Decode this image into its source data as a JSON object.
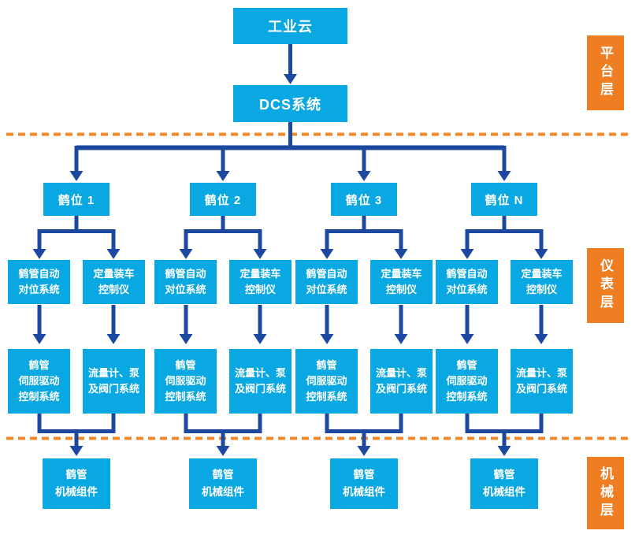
{
  "colors": {
    "node_fill": "#0AA8E2",
    "connector": "#1C48A0",
    "layer_fill": "#EF7D22",
    "divider": "#F2882C",
    "node_text": "#FFFFFF"
  },
  "nodes": {
    "industrial_cloud": "工业云",
    "dcs": "DCS系统"
  },
  "shared": {
    "auto_align": "鹤管自动\n对位系统",
    "loading_controller": "定量装车\n控制仪",
    "servo_drive": "鹤管\n伺服驱动\n控制系统",
    "flow_pump_valve": "流量计、泵\n及阀门系统",
    "mechanical": "鹤管\n机械组件"
  },
  "branches": [
    {
      "label": "鹤位 1"
    },
    {
      "label": "鹤位 2"
    },
    {
      "label": "鹤位 3"
    },
    {
      "label": "鹤位 N"
    }
  ],
  "layers": [
    {
      "label": "平台层"
    },
    {
      "label": "仪表层"
    },
    {
      "label": "机械层"
    }
  ]
}
